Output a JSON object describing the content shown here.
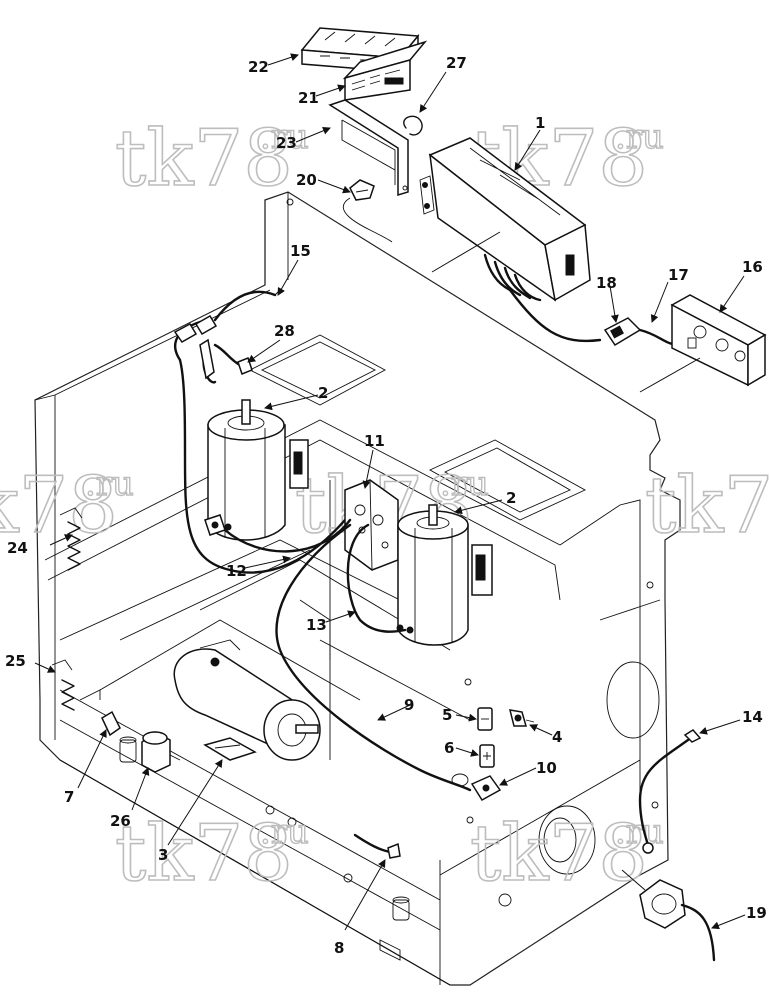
{
  "watermark": {
    "text": "tk78",
    "suffix": ".ru"
  },
  "callouts": {
    "c1": "1",
    "c2a": "2",
    "c2b": "2",
    "c3": "3",
    "c4": "4",
    "c5": "5",
    "c6": "6",
    "c7": "7",
    "c8": "8",
    "c9": "9",
    "c10": "10",
    "c11": "11",
    "c12": "12",
    "c13": "13",
    "c14": "14",
    "c15": "15",
    "c16": "16",
    "c17": "17",
    "c18": "18",
    "c19": "19",
    "c20": "20",
    "c21": "21",
    "c22": "22",
    "c23": "23",
    "c24": "24",
    "c25": "25",
    "c26": "26",
    "c27": "27",
    "c28": "28"
  }
}
